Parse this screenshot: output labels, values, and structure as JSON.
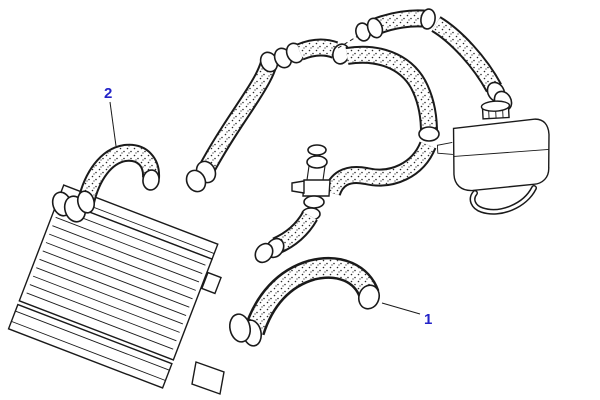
{
  "figure": {
    "type": "parts-diagram",
    "subject": "engine-cooling-hoses",
    "background": "#ffffff",
    "line_color": "#1a1a1a",
    "accent_color": "#2323c8",
    "callouts": [
      {
        "label": "1"
      },
      {
        "label": "2"
      }
    ],
    "parts": [
      {
        "id": "1",
        "name": "lower-radiator-hose"
      },
      {
        "id": "2",
        "name": "upper-radiator-hose"
      }
    ]
  }
}
